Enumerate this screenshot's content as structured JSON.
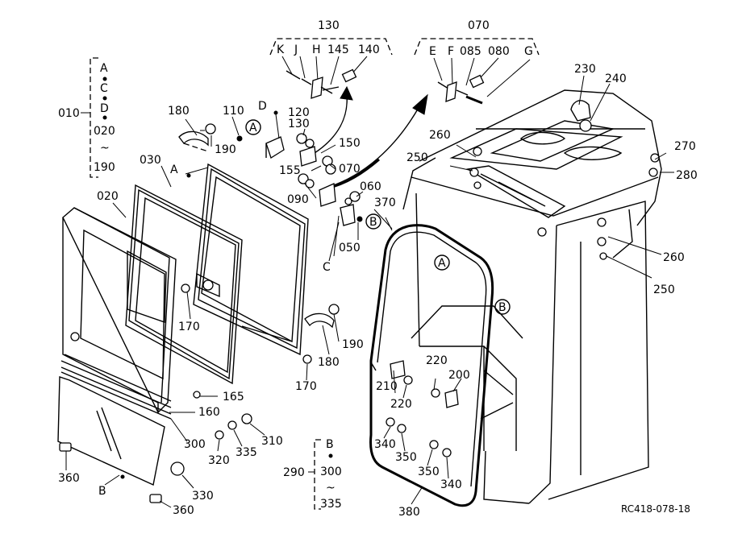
{
  "labels": {
    "l130": "130",
    "l070top": "070",
    "lK": "K",
    "lJ": "J",
    "lH": "H",
    "l145": "145",
    "l140": "140",
    "lE": "E",
    "lF": "F",
    "l085": "085",
    "l080": "080",
    "lG": "G",
    "l010": "010",
    "lA1": "A",
    "lC1": "C",
    "lD1": "D",
    "l020a": "020",
    "ltilde1": "~",
    "l190a": "190",
    "l180a": "180",
    "l110": "110",
    "lD2": "D",
    "l120": "120",
    "l130b": "130",
    "l190b": "190",
    "l030": "030",
    "lA2": "A",
    "l150": "150",
    "l155": "155",
    "l070b": "070",
    "l020b": "020",
    "l090": "090",
    "l060": "060",
    "l370": "370",
    "l050": "050",
    "lC2": "C",
    "l170a": "170",
    "l180b": "180",
    "l190c": "190",
    "l170b": "170",
    "l230": "230",
    "l240": "240",
    "l260a": "260",
    "l250a": "250",
    "l270": "270",
    "l280": "280",
    "l260b": "260",
    "l250b": "250",
    "l220a": "220",
    "l200": "200",
    "l210": "210",
    "l220b": "220",
    "l165": "165",
    "l160": "160",
    "l300a": "300",
    "l320": "320",
    "l335a": "335",
    "l310": "310",
    "lB1": "B",
    "l290": "290",
    "l300b": "300",
    "ltilde2": "~",
    "l335b": "335",
    "l340a": "340",
    "l350a": "350",
    "l350b": "350",
    "l340b": "340",
    "l360a": "360",
    "lB2": "B",
    "l330": "330",
    "l360b": "360",
    "l380": "380",
    "ref": "RC418-078-18"
  },
  "circled": {
    "cA1": "A",
    "cB1": "B",
    "cA2": "A",
    "cB2": "B"
  }
}
